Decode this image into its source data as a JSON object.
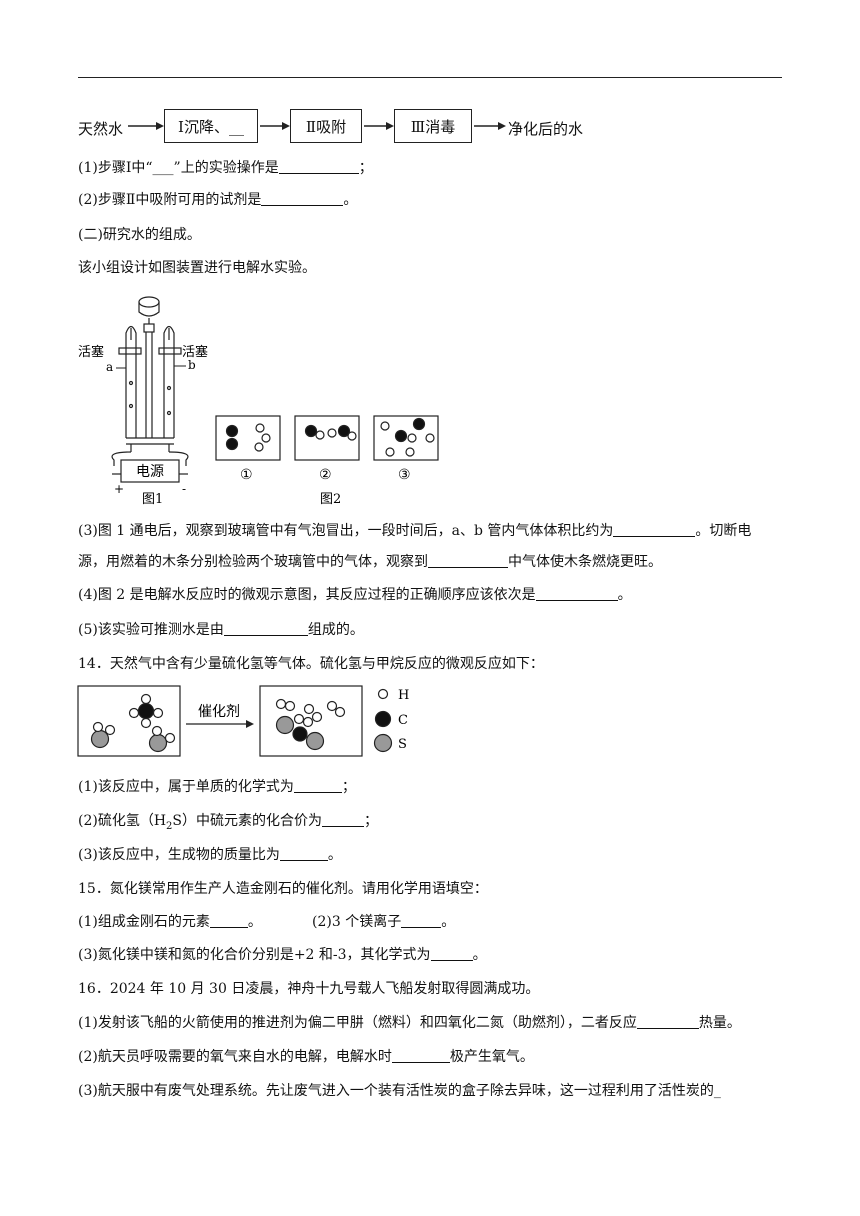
{
  "flow": {
    "start": "天然水",
    "step1": "Ⅰ沉降、__",
    "step2": "Ⅱ吸附",
    "step3": "Ⅲ消毒",
    "end": "净化后的水"
  },
  "q13": {
    "p1_a": "(1)步骤Ⅰ中“",
    "p1_blank": "___",
    "p1_b": "”上的实验操作是",
    "p1_c": "；",
    "p2_a": "(2)步骤Ⅱ中吸附可用的试剂是",
    "p2_b": "。",
    "section2": "(二)研究水的组成。",
    "intro": "该小组设计如图装置进行电解水实验。",
    "fig": {
      "label_stopcock_left": "活塞",
      "label_stopcock_right": "活塞",
      "label_a": "a",
      "label_b": "b",
      "power": "电源",
      "plus": "+",
      "minus": "-",
      "fig1": "图1",
      "fig2": "图2",
      "panel1": "①",
      "panel2": "②",
      "panel3": "③"
    },
    "p3_a": "(3)图 1 通电后，观察到玻璃管中有气泡冒出，一段时间后，a、b 管内气体体积比约为",
    "p3_b": "。切断电",
    "p3_c": "源，用燃着的木条分别检验两个玻璃管中的气体，观察到",
    "p3_d": "中气体使木条燃烧更旺。",
    "p4_a": "(4)图 2 是电解水反应时的微观示意图，其反应过程的正确顺序应该依次是",
    "p4_b": "。",
    "p5_a": "(5)该实验可推测水是由",
    "p5_b": "组成的。"
  },
  "q14": {
    "stem": "14．天然气中含有少量硫化氢等气体。硫化氢与甲烷反应的微观反应如下：",
    "catalyst": "催化剂",
    "legend_h": "H",
    "legend_c": "C",
    "legend_s": "S",
    "p1_a": "(1)该反应中，属于单质的化学式为",
    "p1_b": "；",
    "p2_a": "(2)硫化氢（H",
    "p2_sub": "2",
    "p2_b": "S）中硫元素的化合价为",
    "p2_c": "；",
    "p3_a": "(3)该反应中，生成物的质量比为",
    "p3_b": "。"
  },
  "q15": {
    "stem": "15．氮化镁常用作生产人造金刚石的催化剂。请用化学用语填空：",
    "p1_a": "(1)组成金刚石的元素",
    "p1_b": "。",
    "p2_a": "(2)3 个镁离子",
    "p2_b": "。",
    "p3_a": "(3)氮化镁中镁和氮的化合价分别是+2 和-3，其化学式为",
    "p3_b": "。"
  },
  "q16": {
    "stem": "16．2024 年 10 月 30 日凌晨，神舟十九号载人飞船发射取得圆满成功。",
    "p1_a": "(1)发射该飞船的火箭使用的推进剂为偏二甲肼（燃料）和四氧化二氮（助燃剂），二者反应",
    "p1_b": "热量。",
    "p2_a": "(2)航天员呼吸需要的氧气来自水的电解，电解水时",
    "p2_b": "极产生氧气。",
    "p3_a": "(3)航天服中有废气处理系统。先让废气进入一个装有活性炭的盒子除去异味，这一过程利用了活性炭的_"
  }
}
